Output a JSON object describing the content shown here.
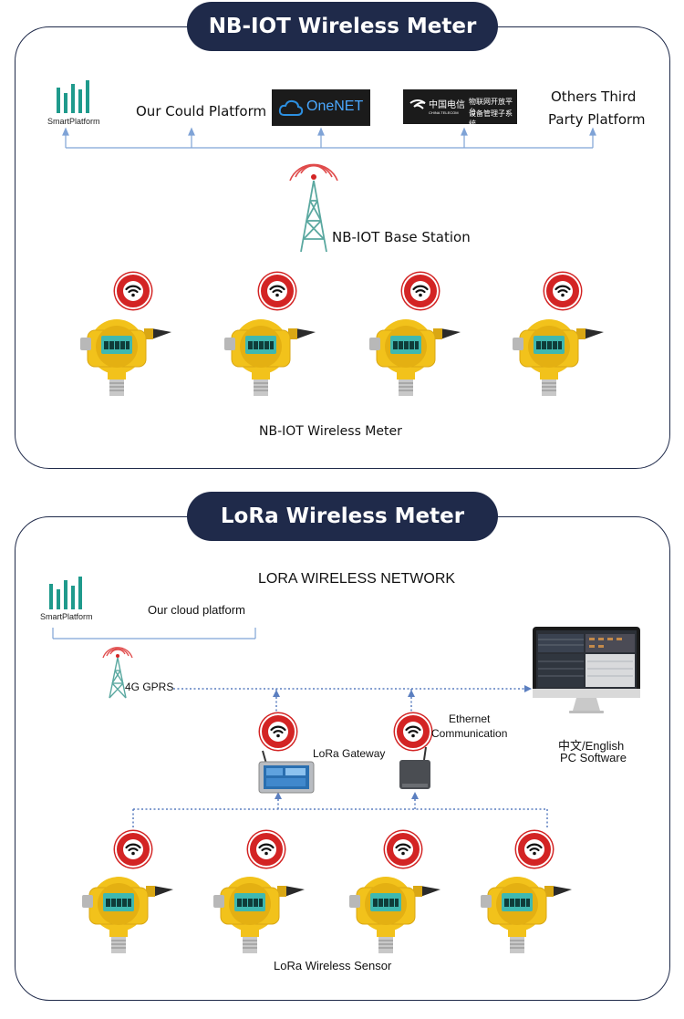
{
  "nbiot": {
    "header": "NB-IOT Wireless Meter",
    "smart_platform_label": "SmartPlatform",
    "our_platform_label": "Our Could Platform",
    "onenet_label": "OneNET",
    "telecom_cn_label": "中国电信",
    "telecom_en_label": "CHINA TELECOM",
    "telecom_line1": "物联网开放平台",
    "telecom_line2": "设备管理子系统",
    "third_party_line1": "Others Third",
    "third_party_line2": "Party Platform",
    "base_station_label": "NB-IOT Base Station",
    "meters_caption": "NB-IOT Wireless Meter"
  },
  "lora": {
    "header": "LoRa Wireless Meter",
    "network_title": "LORA WIRELESS NETWORK",
    "smart_platform_label": "SmartPlatform",
    "cloud_label": "Our cloud platform",
    "gprs_label": "4G GPRS",
    "ethernet_line1": "Ethernet",
    "ethernet_line2": "Communication",
    "gateway_label": "LoRa Gateway",
    "pc_line1": "中文/English",
    "pc_line2": "PC Software",
    "sensors_caption": "LoRa Wireless Sensor"
  },
  "colors": {
    "navy": "#1f2a4a",
    "line_blue": "#7fa3d6",
    "signal_red": "#d32424",
    "meter_yellow": "#f2c21b",
    "lcd_teal": "#3fb8b0",
    "logo_teal": "#1f9a8c"
  }
}
